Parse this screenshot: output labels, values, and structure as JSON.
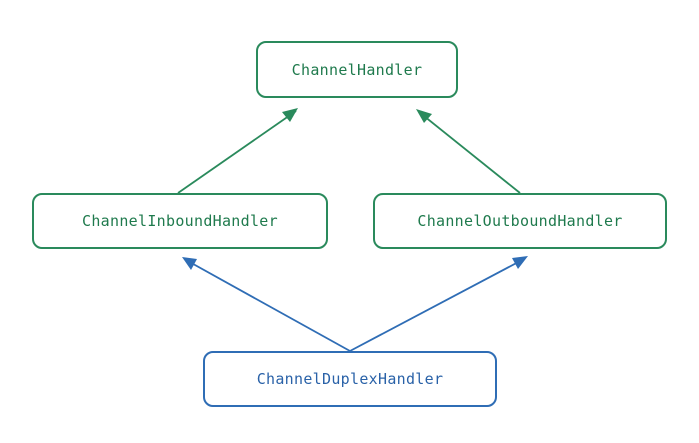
{
  "diagram": {
    "nodes": {
      "root": {
        "label": "ChannelHandler"
      },
      "inbound": {
        "label": "ChannelInboundHandler"
      },
      "outbound": {
        "label": "ChannelOutboundHandler"
      },
      "duplex": {
        "label": "ChannelDuplexHandler"
      }
    },
    "edges": [
      {
        "from": "inbound",
        "to": "root"
      },
      {
        "from": "outbound",
        "to": "root"
      },
      {
        "from": "duplex",
        "to": "inbound"
      },
      {
        "from": "duplex",
        "to": "outbound"
      }
    ],
    "colors": {
      "upper_tier": "#2a8a5c",
      "lower_tier": "#2f6db5"
    }
  }
}
